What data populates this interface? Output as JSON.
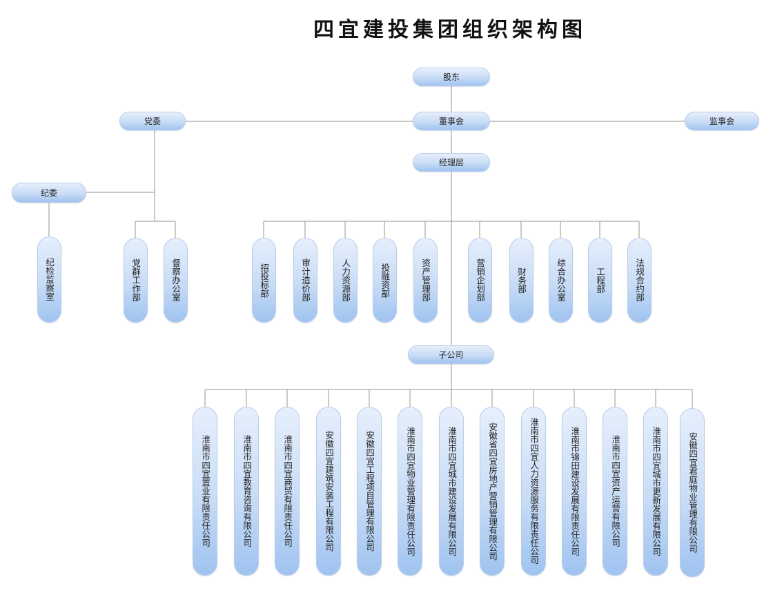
{
  "title": "四宜建投集团组织架构图",
  "colors": {
    "node_top": "#e6effc",
    "node_bottom": "#9fc3f0",
    "node_border": "#b9cde8",
    "connector": "#a6a6a6",
    "title": "#111111"
  },
  "top_nodes": {
    "shareholders": "股东",
    "board": "董事会",
    "supervisory_board": "监事会",
    "management": "经理层",
    "party_committee": "党委",
    "discipline_committee": "纪委",
    "subsidiaries": "子公司"
  },
  "party_departments": [
    "纪检监察室",
    "党群工作部",
    "督察办公室"
  ],
  "departments": [
    "招投标部",
    "审计造价部",
    "人力资源部",
    "投融资部",
    "资产管理部",
    "营销企划部",
    "财务部",
    "综合办公室",
    "工程部",
    "法规合约部"
  ],
  "subsidiaries": [
    "淮南市四宜置业有限责任公司",
    "淮南市四宜教育咨询有限公司",
    "淮南市四宜商贸有限责任公司",
    "安徽四宜建筑安装工程有限公司",
    "安徽四宜工程项目管理有限公司",
    "淮南市四宜物业管理有限责任公司",
    "淮南市四宜城市建设发展有限公司",
    "安徽省四宜房地产营销管理有限公司",
    "淮南市四宜人力资源服务有限责任公司",
    "淮南市锦田建设发展有限责任公司",
    "淮南市四宜资产运营有限公司",
    "淮南市四宜城市更新发展有限公司",
    "安徽四宜君庭物业管理有限公司"
  ]
}
